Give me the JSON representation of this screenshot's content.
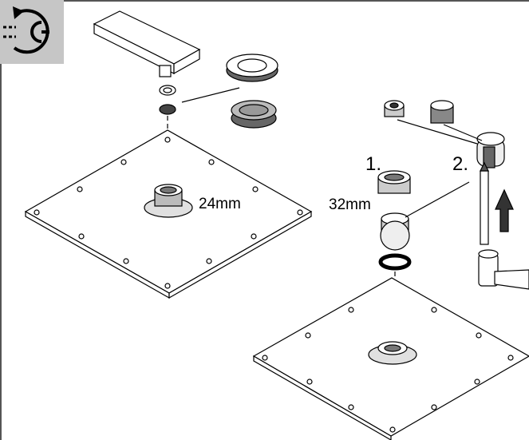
{
  "badge": {
    "icon": "service-wrench-icon",
    "background": "#c6c6c6"
  },
  "labels": {
    "dim_left": "24mm",
    "dim_right": "32mm",
    "step_one": "1.",
    "step_two": "2."
  },
  "colors": {
    "line": "#000000",
    "part_fill": "#ffffff",
    "shade": "#d8d8d8",
    "dark": "#555555"
  }
}
